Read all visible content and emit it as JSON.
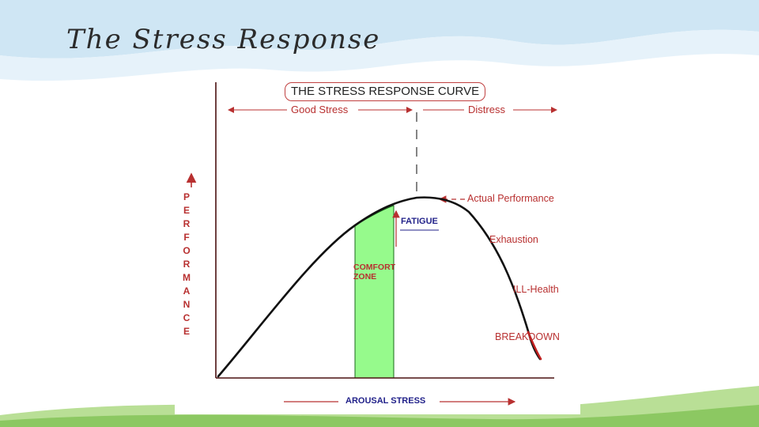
{
  "slide": {
    "title": "The Stress Response"
  },
  "diagram": {
    "title": "THE STRESS RESPONSE CURVE",
    "zones": {
      "good_stress": "Good Stress",
      "distress": "Distress"
    },
    "y_axis_label": "PERFORMANCE",
    "x_axis_label": "AROUSAL STRESS",
    "annotations": {
      "actual_performance": "Actual Performance",
      "fatigue": "FATIGUE",
      "exhaustion": "Exhaustion",
      "ill_health": "ILL-Health",
      "breakdown": "BREAKDOWN",
      "comfort_zone": "COMFORT ZONE"
    },
    "colors": {
      "accent_red": "#b83030",
      "label_blue": "#22228a",
      "comfort_fill": "#96fa8c",
      "background_top": "#cfe6f4",
      "grass": "#8cc862"
    }
  }
}
